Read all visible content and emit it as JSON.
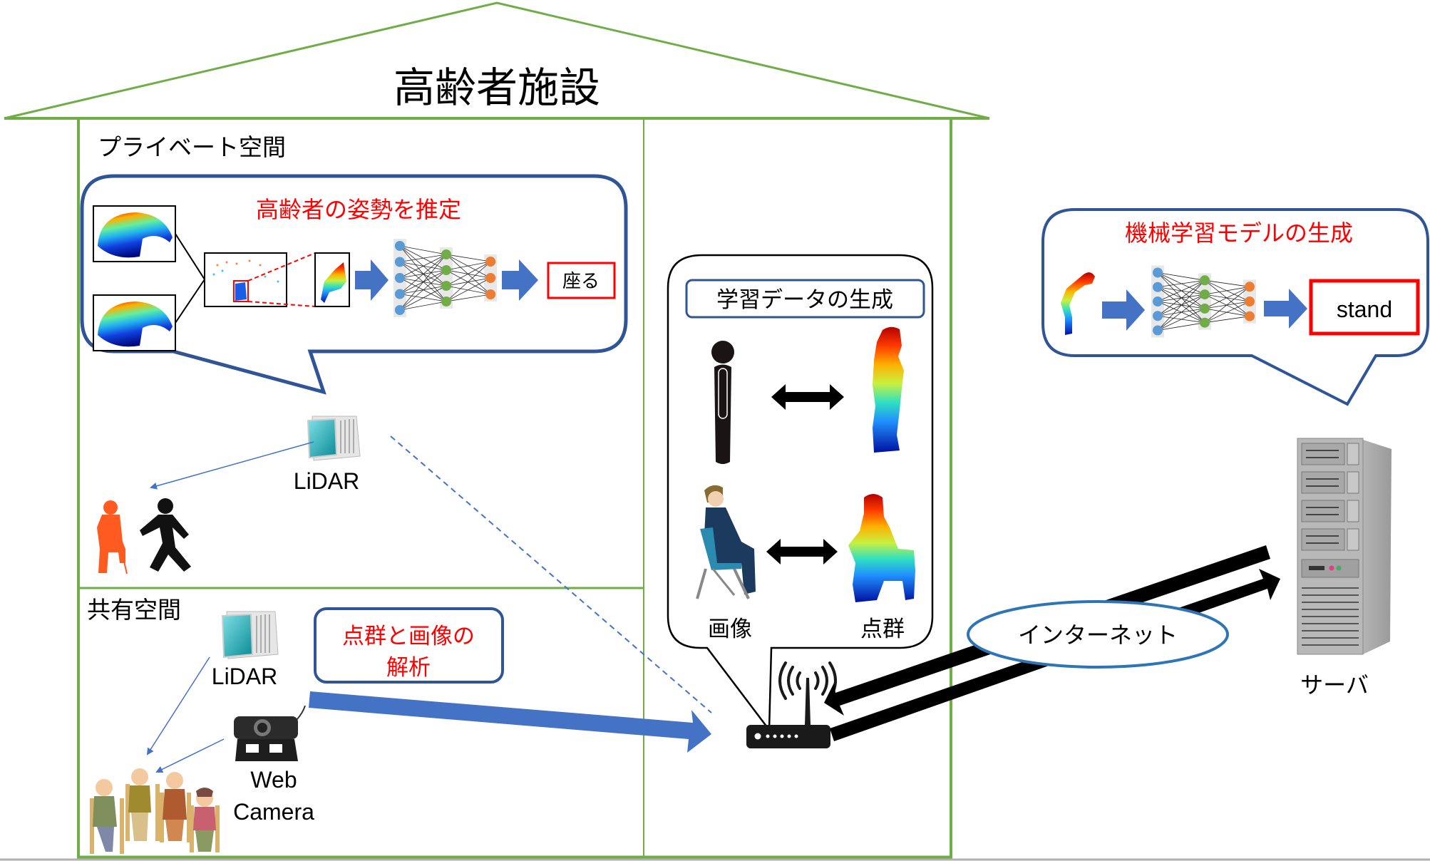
{
  "facility": {
    "title": "高齢者施設",
    "colors": {
      "wall": "#70ad47",
      "bubble_border": "#2f5597",
      "accent_red": "#ff0000",
      "arrow_blue": "#4472c4",
      "ellipse_border": "#2e75b6"
    }
  },
  "private_space": {
    "label": "プライベート空間",
    "bubble_title": "高齢者の姿勢を推定",
    "result_label": "座る",
    "sensor_label": "LiDAR"
  },
  "shared_space": {
    "label": "共有空間",
    "lidar_label": "LiDAR",
    "webcam_label_line1": "Web",
    "webcam_label_line2": "Camera",
    "analysis_line1": "点群と画像の",
    "analysis_line2": "解析"
  },
  "training_data": {
    "title": "学習データの生成",
    "image_label": "画像",
    "pointcloud_label": "点群"
  },
  "network": {
    "internet_label": "インターネット",
    "server_label": "サーバ"
  },
  "model_generation": {
    "title": "機械学習モデルの生成",
    "result_label": "stand"
  }
}
